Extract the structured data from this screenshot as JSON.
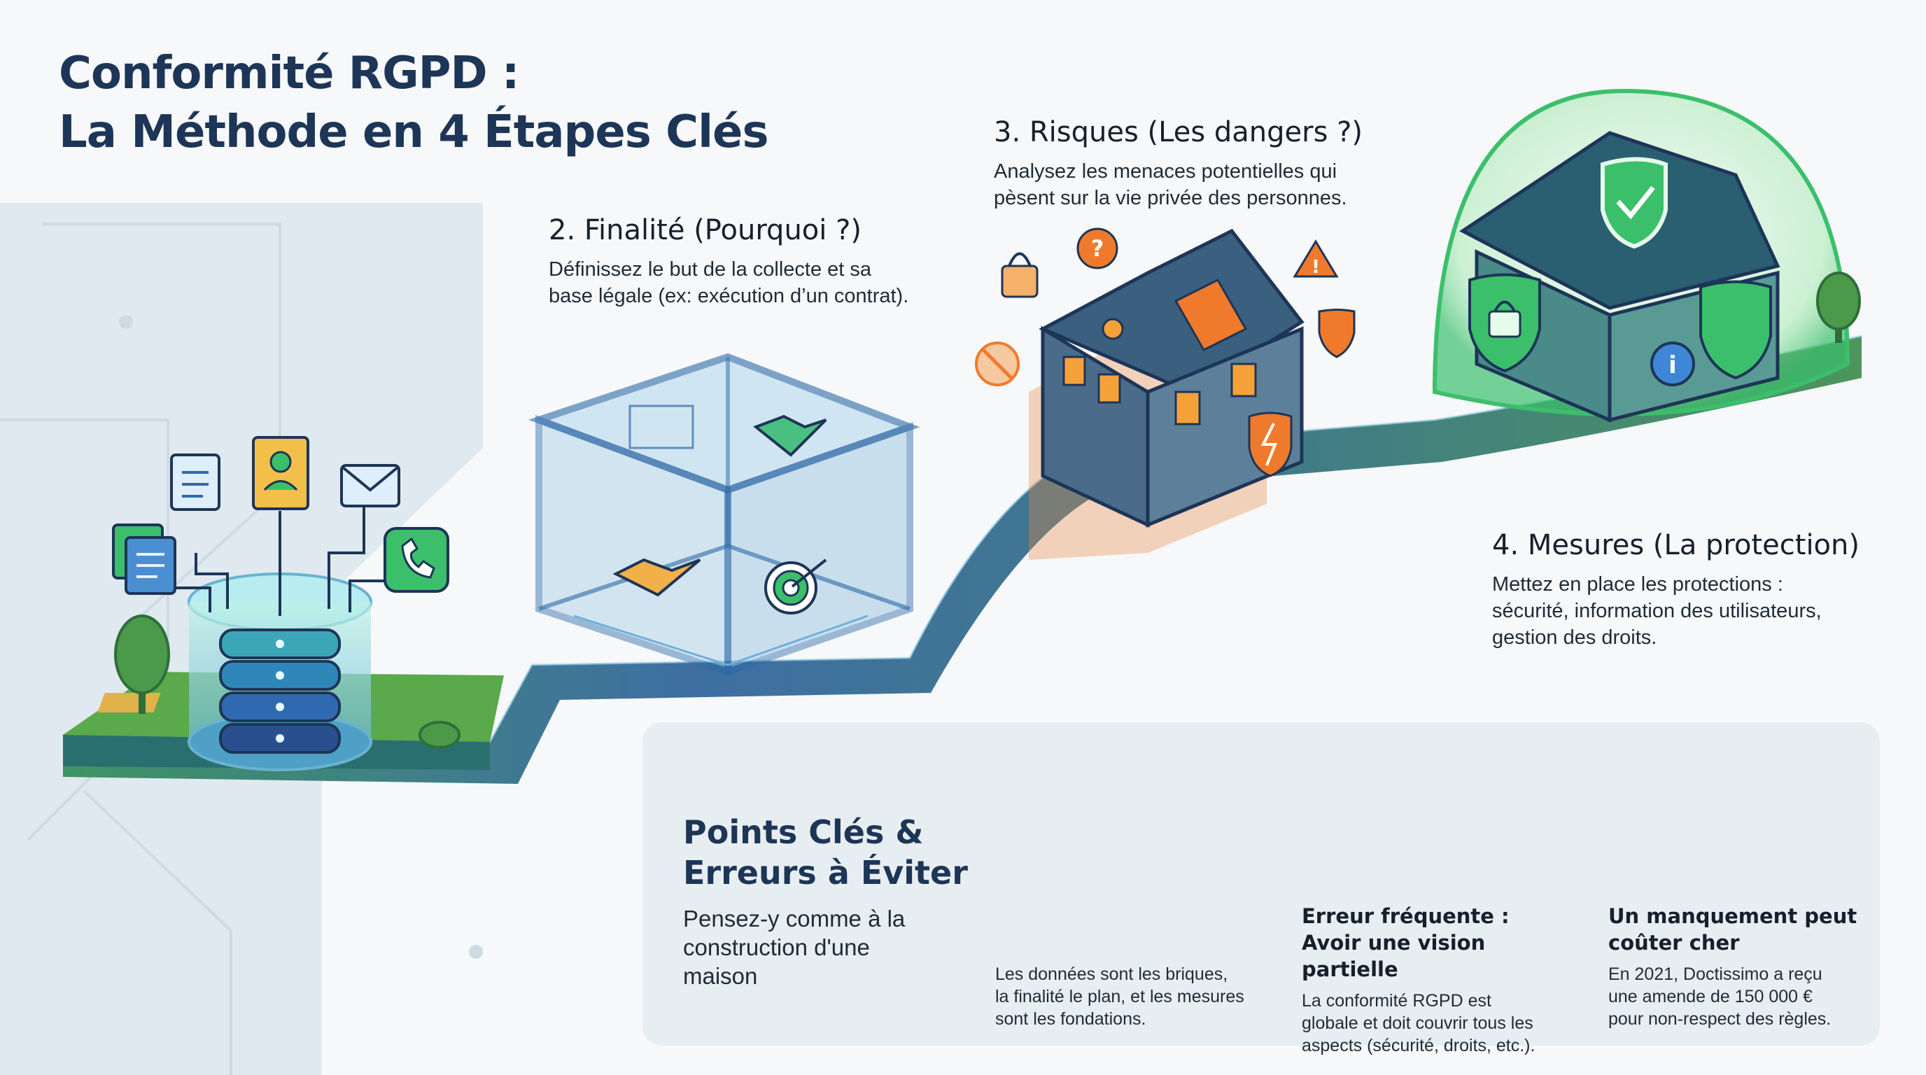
{
  "title": {
    "line1": "Conformité RGPD :",
    "line2": "La Méthode en 4 Étapes Clés"
  },
  "steps": [
    {
      "title": "2. Finalité (Pourquoi ?)",
      "description": "Définissez le but de la collecte et sa\nbase légale (ex: exécution d’un contrat)."
    },
    {
      "title": "3. Risques (Les dangers ?)",
      "description": "Analysez les menaces potentielles qui\npèsent sur la vie privée des personnes."
    },
    {
      "title": "4. Mesures (La protection)",
      "description": "Mettez en place les protections :\nsécurité, information des utilisateurs,\ngestion des droits."
    }
  ],
  "key_points": {
    "heading": "Points Clés &\nErreurs à Éviter",
    "subtitle": "Pensez-y comme à la\nconstruction d'une\nmaison",
    "cards": [
      {
        "title": "",
        "text": "Les données sont les briques,\nla finalité le plan, et les mesures\nsont les fondations.",
        "icon": "house-construction-icon"
      },
      {
        "title": "Erreur fréquente :\nAvoir une vision partielle",
        "text": "La conformité RGPD est\nglobale et doit couvrir tous les\naspects (sécurité, droits, etc.).",
        "icon": "person-facepalm-checklist-icon"
      },
      {
        "title": "Un manquement peut\ncoûter cher",
        "text": "En 2021, Doctissimo a reçu\nune amende de 150 000 €\npour non-respect des règles.",
        "icon": "gavel-money-bag-icon"
      }
    ]
  },
  "colors": {
    "title": "#1d3557",
    "path": "#2d5b8c",
    "grass": "#4f9a4a",
    "glass": "#7fb7d9",
    "danger": "#f07a2c",
    "shield": "#3bbf6b",
    "panel": "#e7eef1"
  }
}
